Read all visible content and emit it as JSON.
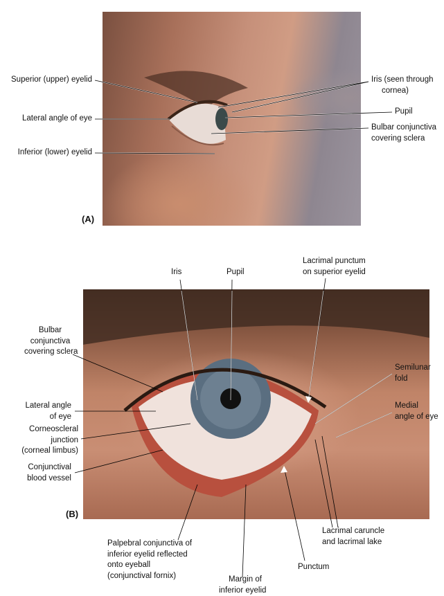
{
  "panel_a": {
    "tag": "(A)",
    "labels": {
      "superior_eyelid": "Superior (upper) eyelid",
      "lateral_angle": "Lateral angle of eye",
      "inferior_eyelid": "Inferior (lower) eyelid",
      "iris": [
        "Iris (seen through",
        "cornea)"
      ],
      "pupil": "Pupil",
      "bulbar": [
        "Bulbar conjunctiva",
        "covering sclera"
      ]
    }
  },
  "panel_b": {
    "tag": "(B)",
    "labels": {
      "iris": "Iris",
      "pupil": "Pupil",
      "lacrimal_punctum": [
        "Lacrimal punctum",
        "on superior eyelid"
      ],
      "bulbar": [
        "Bulbar",
        "conjunctiva",
        "covering sclera"
      ],
      "semilunar": [
        "Semilunar",
        "fold"
      ],
      "medial_angle": [
        "Medial",
        "angle of eye"
      ],
      "lateral_angle": [
        "Lateral angle",
        "of eye"
      ],
      "corneoscleral": [
        "Corneoscleral",
        "junction",
        "(corneal limbus)"
      ],
      "blood_vessel": [
        "Conjunctival",
        "blood vessel"
      ],
      "palpebral": [
        "Palpebral conjunctiva of",
        "inferior eyelid reflected",
        "onto eyeball",
        "(conjunctival fornix)"
      ],
      "margin": [
        "Margin of",
        "inferior eyelid"
      ],
      "punctum": "Punctum",
      "caruncle": [
        "Lacrimal caruncle",
        "and lacrimal lake"
      ]
    }
  }
}
